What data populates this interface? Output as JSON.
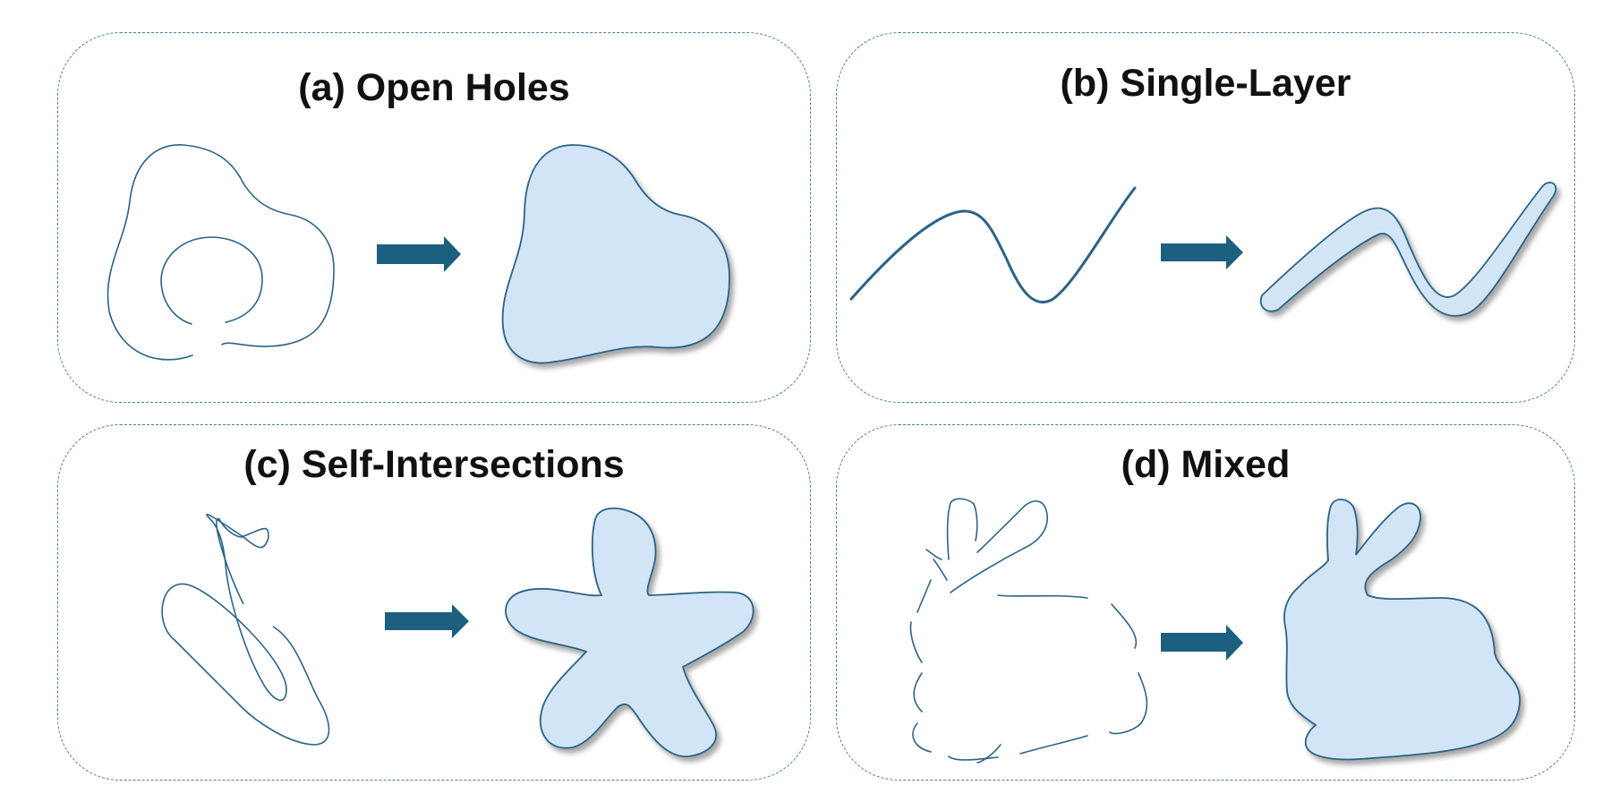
{
  "colors": {
    "border": "#4a7ca0",
    "stroke": "#2b6386",
    "fill": "#d2e5f6",
    "arrow": "#1c5f7f"
  },
  "panels": [
    {
      "id": "a",
      "title": "(a) Open Holes"
    },
    {
      "id": "b",
      "title": "(b) Single-Layer"
    },
    {
      "id": "c",
      "title": "(c) Self-Intersections"
    },
    {
      "id": "d",
      "title": "(d) Mixed"
    }
  ]
}
